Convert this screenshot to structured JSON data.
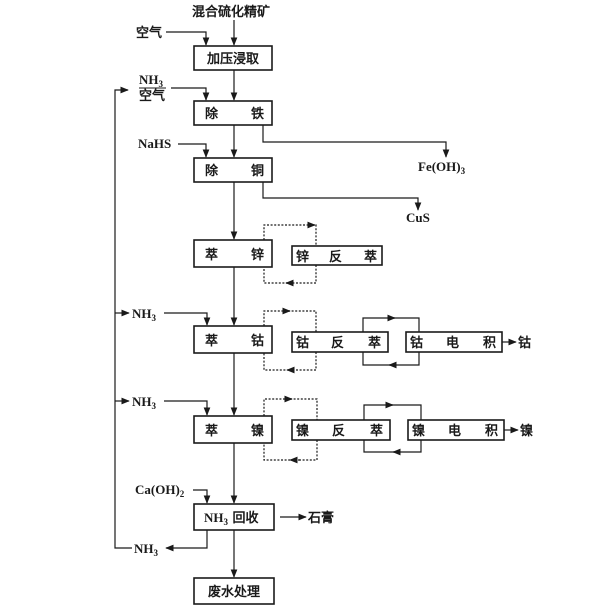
{
  "title": "混合硫化精矿处理流程",
  "feed": "混合硫化精矿",
  "inputs": {
    "air_top": "空气",
    "nh3_air_top": "NH",
    "nh3_air_sub": "3",
    "nh3_air_bottom": "空气",
    "nahs": "NaHS",
    "nh3_cobalt": "NH",
    "nh3_cobalt_sub": "3",
    "nh3_nickel": "NH",
    "nh3_nickel_sub": "3",
    "caoh2_pre": "Ca(OH)",
    "caoh2_sub": "2",
    "nh3_recycle": "NH",
    "nh3_recycle_sub": "3"
  },
  "steps": {
    "pressure_leach": "加压浸取",
    "iron_removal_a": "除",
    "iron_removal_b": "铁",
    "copper_removal_a": "除",
    "copper_removal_b": "铜",
    "zinc_extract_a": "萃",
    "zinc_extract_b": "锌",
    "zinc_strip_a": "锌",
    "zinc_strip_b": "反",
    "zinc_strip_c": "萃",
    "cobalt_extract_a": "萃",
    "cobalt_extract_b": "钴",
    "cobalt_strip_a": "钴",
    "cobalt_strip_b": "反",
    "cobalt_strip_c": "萃",
    "cobalt_ew_a": "钴",
    "cobalt_ew_b": "电",
    "cobalt_ew_c": "积",
    "nickel_extract_a": "萃",
    "nickel_extract_b": "镍",
    "nickel_strip_a": "镍",
    "nickel_strip_b": "反",
    "nickel_strip_c": "萃",
    "nickel_ew_a": "镍",
    "nickel_ew_b": "电",
    "nickel_ew_c": "积",
    "nh3_recovery_pre": "NH",
    "nh3_recovery_sub": "3",
    "nh3_recovery_post": " 回收",
    "wastewater": "废水处理"
  },
  "outputs": {
    "feoh3_pre": "Fe(OH)",
    "feoh3_sub": "3",
    "cus": "CuS",
    "cobalt": "钴",
    "nickel": "镍",
    "gypsum": "石膏"
  }
}
